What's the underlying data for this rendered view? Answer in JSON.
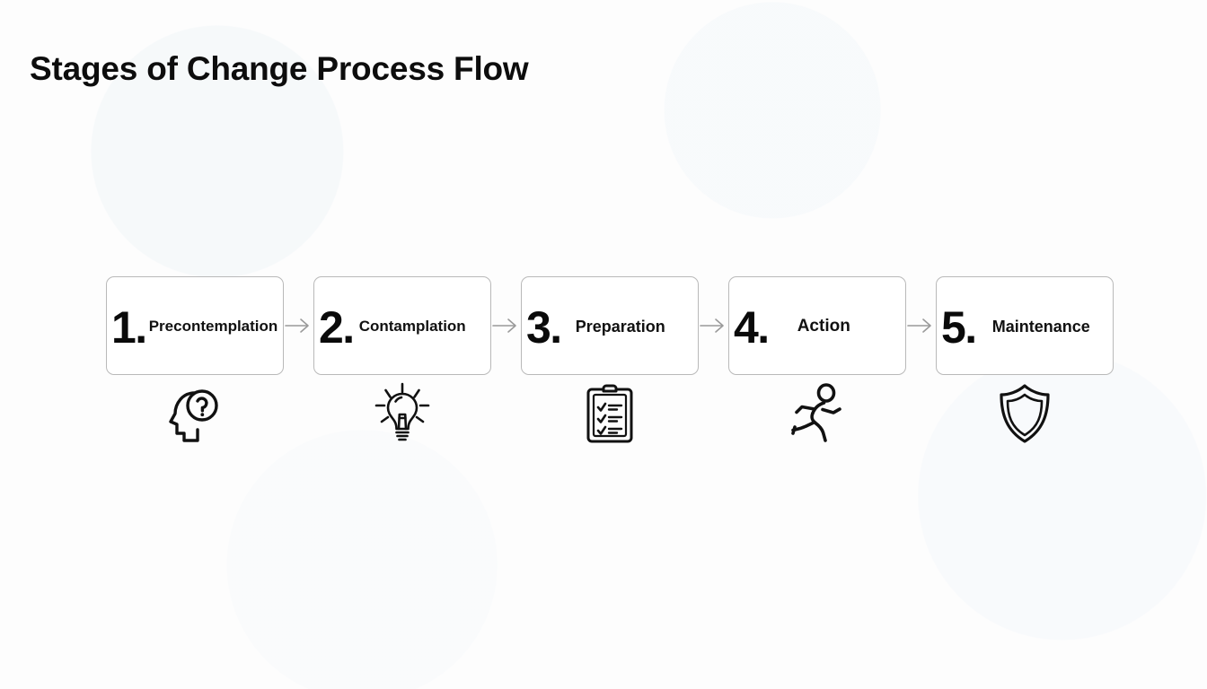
{
  "title": "Stages of Change Process Flow",
  "colors": {
    "background": "#fdfdfd",
    "card_border": "#b9b9b9",
    "card_fill": "#ffffff",
    "text": "#111111",
    "number": "#0a0a0a",
    "arrow": "#9a9a9a",
    "icon": "#111111"
  },
  "diagram": {
    "type": "process-flow",
    "orientation": "horizontal",
    "step_count": 5,
    "connector": "arrow-right",
    "steps": [
      {
        "number": "1.",
        "label": "Precontemplation",
        "icon": "head-question-icon"
      },
      {
        "number": "2.",
        "label": "Contamplation",
        "icon": "lightbulb-icon"
      },
      {
        "number": "3.",
        "label": "Preparation",
        "icon": "clipboard-checklist-icon"
      },
      {
        "number": "4.",
        "label": "Action",
        "icon": "running-person-icon"
      },
      {
        "number": "5.",
        "label": "Maintenance",
        "icon": "shield-icon"
      }
    ]
  }
}
